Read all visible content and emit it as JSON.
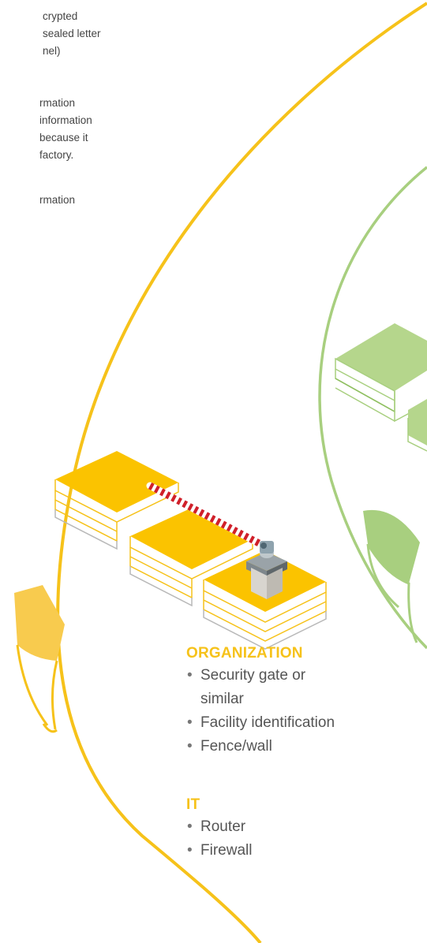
{
  "left_text": [
    {
      "lines": [
        "crypted",
        "sealed letter",
        "nel)"
      ]
    },
    {
      "lines": [
        "rmation",
        "information",
        "because it",
        "factory."
      ]
    },
    {
      "lines": [
        "rmation"
      ]
    }
  ],
  "sections": [
    {
      "title": "ORGANIZATION",
      "items": [
        "Security gate or",
        "similar",
        "Facility identification",
        "Fence/wall"
      ]
    },
    {
      "title": "IT",
      "items": [
        "Router",
        "Firewall"
      ]
    }
  ],
  "colors": {
    "accent_yellow": "#F6C21A",
    "accent_green": "#A8CF7F",
    "outline_gray": "#B8B8B8"
  }
}
